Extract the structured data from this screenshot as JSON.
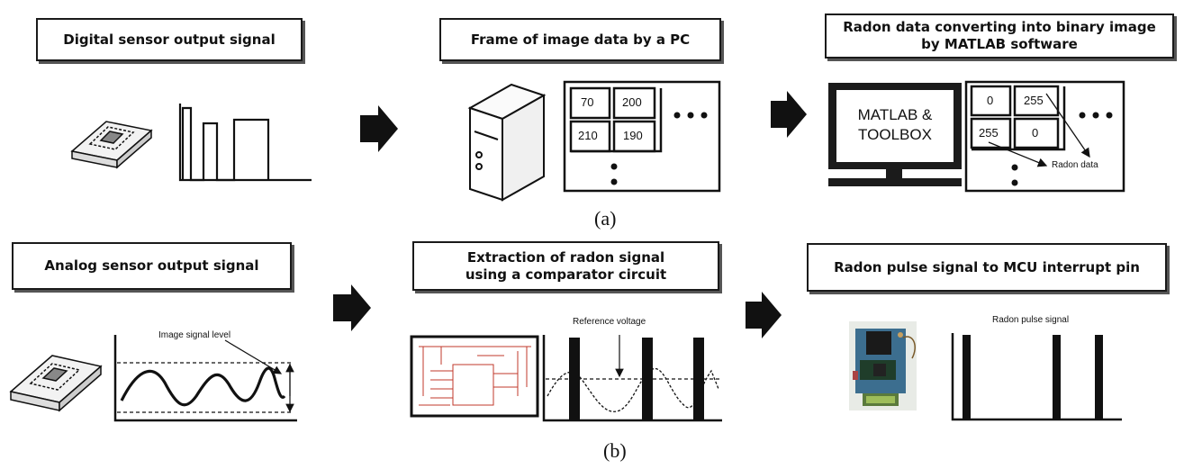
{
  "top": {
    "step1": {
      "title": "Digital sensor output signal"
    },
    "step2": {
      "title": "Frame of image data by a PC",
      "cells": [
        "70",
        "200",
        "210",
        "190"
      ]
    },
    "step3": {
      "title_line1": "Radon data converting into binary image",
      "title_line2": "by MATLAB  software",
      "screen_line1": "MATLAB &",
      "screen_line2": "TOOLBOX",
      "cells": [
        "0",
        "255",
        "255",
        "0"
      ],
      "annotation": "Radon data"
    },
    "caption": "(a)"
  },
  "bottom": {
    "step1": {
      "title": "Analog sensor output signal",
      "annotation": "Image signal level"
    },
    "step2": {
      "title_line1": "Extraction of radon signal",
      "title_line2": "using a comparator circuit",
      "annotation": "Reference voltage"
    },
    "step3": {
      "title": "Radon pulse signal to MCU interrupt pin",
      "annotation": "Radon pulse signal"
    },
    "caption": "(b)"
  },
  "colors": {
    "stroke": "#111111",
    "screen": "#1b1b1b",
    "schematic": "#c0392b"
  }
}
